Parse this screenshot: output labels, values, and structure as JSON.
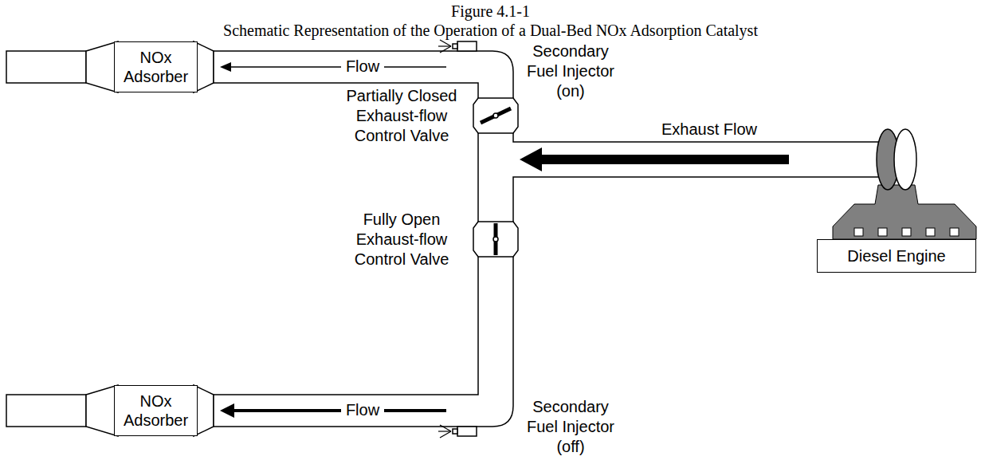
{
  "diagram": {
    "title": "Figure 4.1-1",
    "caption": "Schematic Representation of the Operation of a Dual-Bed NOx Adsorption Catalyst",
    "nodes": [
      {
        "text": [
          "NOx Adsorber"
        ]
      },
      {
        "text": [
          "NOx Adsorber"
        ]
      },
      {
        "text": [
          "Diesel Engine"
        ]
      }
    ],
    "labels": [
      "Flow",
      "Secondary Fuel Injector (on)",
      "Partially Closed Exhaust-flow Control Valve",
      "Exhaust Flow",
      "Fully Open Exhaust-flow Control Valve",
      "Flow",
      "Secondary Fuel Injector (off)"
    ]
  }
}
